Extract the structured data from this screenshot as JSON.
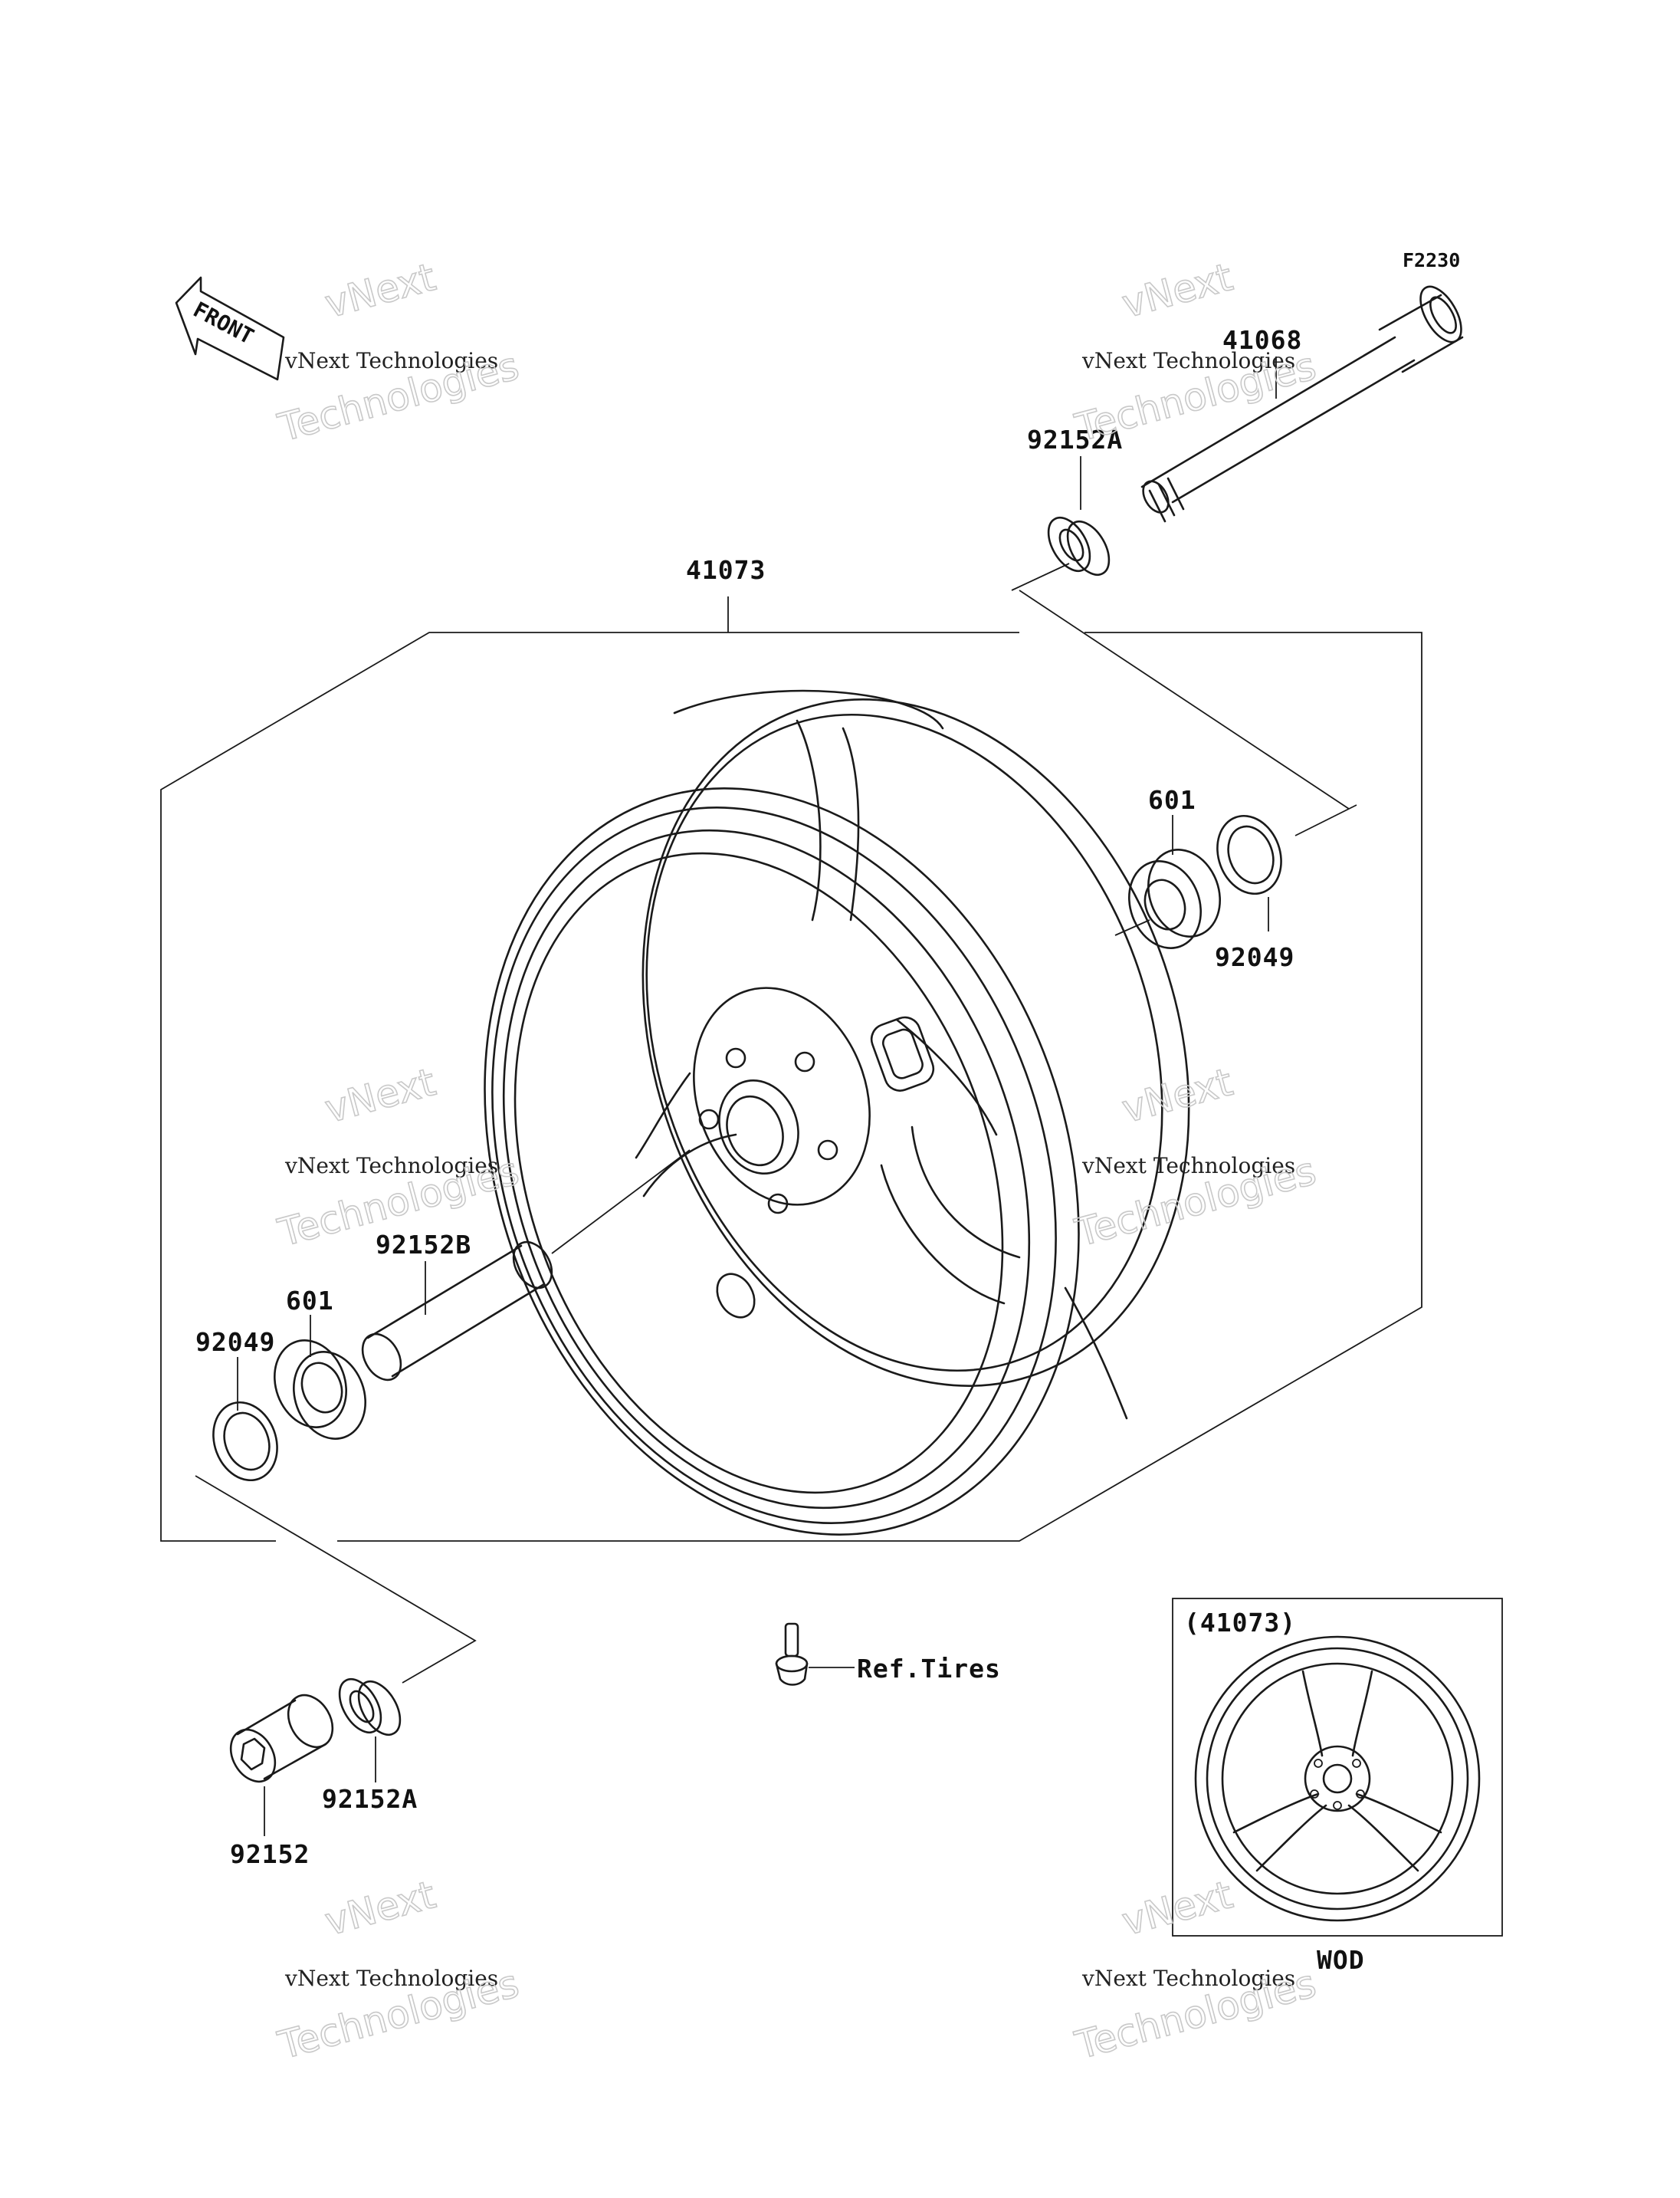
{
  "diagram": {
    "ref_code": "F2230",
    "front_marker": "FRONT",
    "parts": {
      "axle": "41068",
      "collar_top": "92152A",
      "wheel": "41073",
      "bearing_right": "601",
      "seal_right": "92049",
      "spacer": "92152B",
      "bearing_left": "601",
      "seal_left": "92049",
      "collar_bottom": "92152A",
      "collar_nut": "92152",
      "valve_ref": "Ref.Tires"
    },
    "inset": {
      "title": "(41073)",
      "caption": "WOD"
    },
    "watermark": {
      "line1": "vNext Technologies",
      "line2": "vNext",
      "line3": "Technologies"
    }
  }
}
